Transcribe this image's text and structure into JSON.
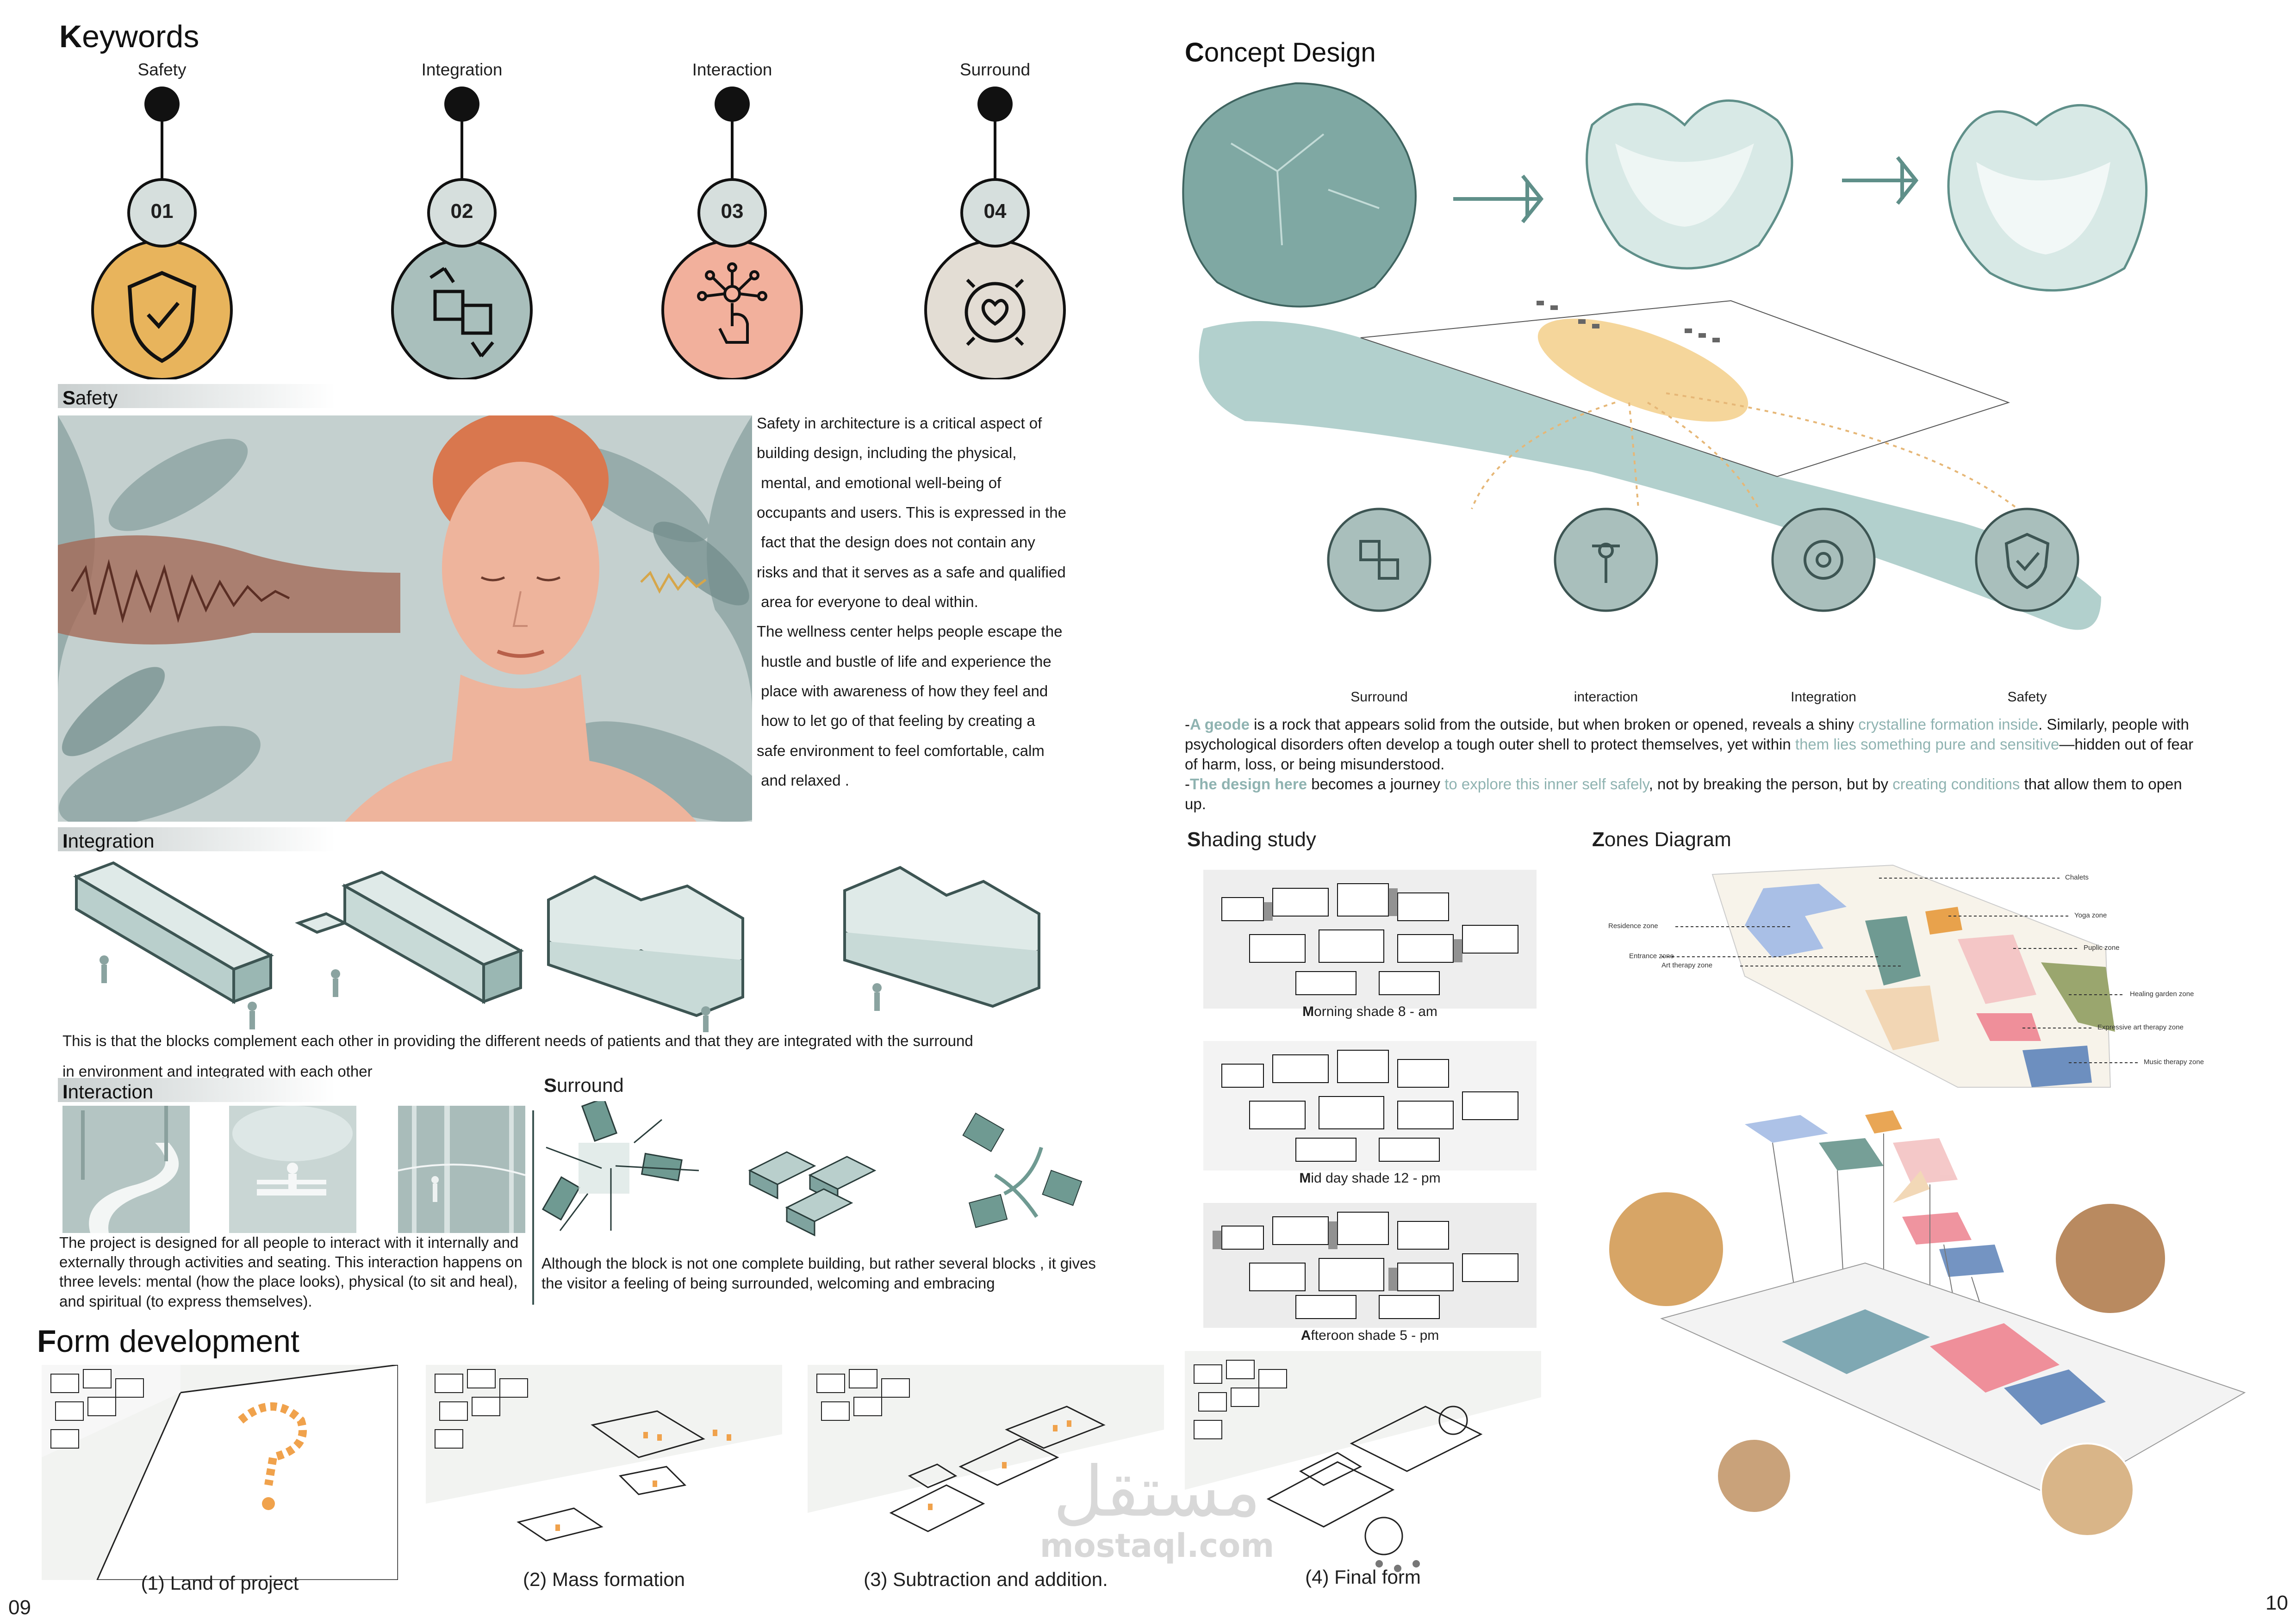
{
  "left": {
    "keywords_title_initial": "K",
    "keywords_title_rest": "eywords",
    "keywords": [
      {
        "label": "Safety",
        "number": "01",
        "color": "#e8b45c",
        "icon": "shield-check-icon"
      },
      {
        "label": "Integration",
        "number": "02",
        "color": "#a9bfbc",
        "icon": "puzzle-hands-icon"
      },
      {
        "label": "Interaction",
        "number": "03",
        "color": "#f2b09c",
        "icon": "touch-network-icon"
      },
      {
        "label": "Surround",
        "number": "04",
        "color": "#e3ddd4",
        "icon": "heart-circle-icon"
      }
    ],
    "safety_heading_initial": "S",
    "safety_heading_rest": "afety",
    "safety_text": [
      "Safety in architecture is a critical aspect of",
      "building design, including the physical,",
      " mental, and emotional well-being of",
      "occupants and users. This is expressed in the",
      " fact that the design does not contain any",
      "risks and that it serves as a safe and qualified",
      " area for everyone to deal within.",
      "The wellness center helps people escape the",
      " hustle and bustle of life and experience the",
      " place with awareness of how they feel and",
      " how to let go of that feeling by creating a",
      "safe environment to feel comfortable, calm",
      " and relaxed ."
    ],
    "integration_heading_initial": "I",
    "integration_heading_rest": "ntegration",
    "integration_text_1": "This is that the blocks complement each other in providing the different needs of patients and that they are integrated with the surround",
    "integration_text_2": "in environment and integrated with each other",
    "interaction_heading_initial": "I",
    "interaction_heading_rest": "nteraction",
    "interaction_text": "The project is designed for all people to interact with it internally and externally through activities and seating. This interaction happens on three levels: mental (how the place looks), physical (to sit and heal), and spiritual (to express themselves).",
    "surround_heading_initial": "S",
    "surround_heading_rest": "urround",
    "surround_text": "Although the block is not one complete building, but rather several blocks , it gives the visitor a feeling of being surrounded, welcoming and embracing",
    "form_title_initial": "F",
    "form_title_rest": "orm development",
    "form_steps": [
      "(1) Land of project",
      "(2) Mass formation",
      "(3) Subtraction and addition.",
      "(4) Final form"
    ],
    "page_number": "09"
  },
  "right": {
    "concept_title_initial": "C",
    "concept_title_rest": "oncept Design",
    "concept_icons": [
      {
        "label": "Surround",
        "icon": "puzzle-hands-icon"
      },
      {
        "label": "interaction",
        "icon": "touch-network-icon"
      },
      {
        "label": "Integration",
        "icon": "gear-network-icon"
      },
      {
        "label": "Safety",
        "icon": "shield-check-icon"
      }
    ],
    "concept_paragraph": {
      "p1_dash": "-",
      "p1_accent1": "A geode",
      "p1_t1": " is a rock that appears solid from the outside, but when broken or opened, reveals a shiny ",
      "p1_accent2": "crystalline formation inside",
      "p1_t2": ". Similarly, people with psychological disorders often develop a tough outer shell to protect themselves, yet within ",
      "p1_accent3": "them lies something pure and sensitive",
      "p1_t3": "—hidden out of fear of harm, loss, or being misunderstood.",
      "p2_dash": "-",
      "p2_accent1": "The design here",
      "p2_t1": " becomes a journey ",
      "p2_accent2": "to explore this inner self safely",
      "p2_t2": ", not by breaking the person, but by ",
      "p2_accent3": "creating conditions",
      "p2_t3": " that allow them to open up."
    },
    "shading_title_initial": "S",
    "shading_title_rest": "hading study",
    "shading_captions": [
      {
        "initial": "M",
        "rest": "orning shade 8 - am"
      },
      {
        "initial": "M",
        "rest": "id day shade 12 - pm"
      },
      {
        "initial": "A",
        "rest": "fteroon shade 5 - pm"
      }
    ],
    "zones_title_initial": "Z",
    "zones_title_rest": "ones Diagram",
    "zones": [
      "Chalets",
      "Yoga zone",
      "Residence zone",
      "Puplic zone",
      "Healing garden zone",
      "Entrance zone",
      "Expressive art therapy zone",
      "Art therapy zone",
      "Music therapy zone"
    ],
    "zone_colors": {
      "residence": "#a9bfe6",
      "green": "#6f9a92",
      "yoga": "#e8a24c",
      "public": "#f4c6c6",
      "expressive": "#ef8f9a",
      "music": "#6d8fbf",
      "garden": "#9aa66e",
      "entrance": "#f2d6b4"
    },
    "page_number": "10"
  },
  "watermark": {
    "arabic": "مستقل",
    "latin": "mostaql.com"
  }
}
